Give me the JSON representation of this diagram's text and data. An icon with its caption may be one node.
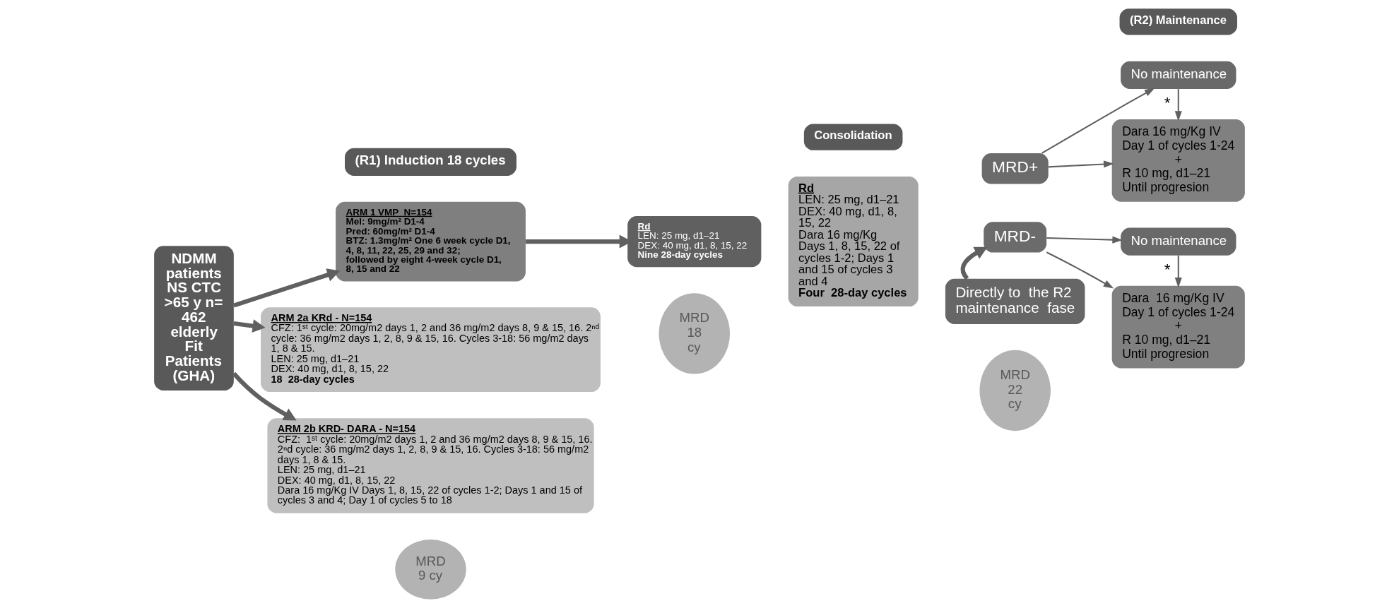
{
  "diagram": {
    "nodes": [
      {
        "text": [
          "(R1) Induction 18 cycles"
        ]
      },
      {
        "text": [
          "Consolidation"
        ]
      },
      {
        "text": [
          "(R2) Maintenance"
        ]
      },
      {
        "text": [
          "NDMM patients NS CTC >65 y n= 462 elderly Fit Patients (GHA)"
        ]
      },
      {
        "text": [
          "ARM 1 VMP  N=154",
          "Mel: 9mg/m² D1-4",
          "Pred: 60mg/m² D1-4",
          "BTZ: 1.3mg/m² One 6 week cycle D1, 4, 8, 11, 22, 25, 29 and 32; followed by eight 4-week cycle D1, 8, 15 and 22"
        ]
      },
      {
        "text": [
          "Rd",
          "LEN: 25 mg, d1–21",
          "DEX: 40 mg, d1, 8, 15, 22",
          "Nine 28-day cycles"
        ]
      },
      {
        "text": [
          "ARM 2a KRd - N=154",
          "CFZ: 1ˢᵗ cycle: 20mg/m2 days 1, 2 and 36 mg/m2 days 8, 9 & 15, 16. 2ⁿᵈ cycle: 36 mg/m2 days 1, 2, 8, 9 & 15, 16. Cycles 3-18: 56 mg/m2 days 1, 8 & 15.",
          "LEN: 25 mg, d1–21",
          "DEX: 40 mg, d1, 8, 15, 22",
          "18  28-day cycles"
        ]
      },
      {
        "text": [
          "ARM 2b KRD- DARA - N=154",
          "CFZ:  1ˢᵗ cycle: 20mg/m2 days 1, 2 and 36 mg/m2 days 8, 9 & 15, 16. 2ⁿd cycle: 36 mg/m2 days 1, 2, 8, 9 & 15, 16. Cycles 3-18: 56 mg/m2 days 1, 8 & 15.",
          "LEN: 25 mg, d1–21",
          "DEX: 40 mg, d1, 8, 15, 22",
          "Dara 16 mg/Kg IV Days 1, 8, 15, 22 of cycles 1-2; Days 1 and 15 of cycles 3 and 4; Day 1 of cycles 5 to 18"
        ]
      },
      {
        "text": [
          "Rd",
          "LEN: 25 mg, d1–21",
          "DEX: 40 mg, d1, 8, 15, 22",
          "Dara 16 mg/Kg",
          "Days 1, 8, 15, 22 of cycles 1-2; Days 1 and 15 of cycles 3 and 4",
          "Four  28-day cycles"
        ]
      },
      {
        "text": [
          "MRD+"
        ]
      },
      {
        "text": [
          "No maintenance"
        ]
      },
      {
        "text": [
          "Dara 16 mg/Kg IV",
          "Day 1 of cycles 1-24",
          "+",
          "R 10 mg, d1–21",
          "Until progresion"
        ]
      },
      {
        "text": [
          "MRD-"
        ]
      },
      {
        "text": [
          "No maintenance"
        ]
      },
      {
        "text": [
          "Dara  16 mg/Kg IV",
          "Day 1 of cycles 1-24",
          "+",
          "R 10 mg, d1–21",
          "Until progresion"
        ]
      },
      {
        "text": [
          "Directly to  the R2 maintenance  fase"
        ]
      },
      {
        "text": [
          "MRD 9 cy"
        ]
      },
      {
        "text": [
          "MRD 18 cy"
        ]
      },
      {
        "text": [
          "MRD 22 cy"
        ]
      }
    ],
    "edges": [
      {
        "from": 3,
        "to": 4,
        "arrow": "to",
        "style": "thick"
      },
      {
        "from": 3,
        "to": 6,
        "arrow": "to",
        "style": "thick"
      },
      {
        "from": 3,
        "to": 7,
        "arrow": "to",
        "style": "thick"
      },
      {
        "from": 4,
        "to": 5,
        "arrow": "to",
        "style": "thick"
      },
      {
        "from": 9,
        "to": 10,
        "arrow": "to"
      },
      {
        "from": 9,
        "to": 11,
        "arrow": "to"
      },
      {
        "from": 10,
        "to": 11,
        "label": "*",
        "arrow": "to"
      },
      {
        "from": 12,
        "to": 13,
        "arrow": "to"
      },
      {
        "from": 12,
        "to": 14,
        "arrow": "to"
      },
      {
        "from": 13,
        "to": 14,
        "label": "*",
        "arrow": "to"
      },
      {
        "from": 15,
        "to": 12,
        "arrow": "to",
        "style": "thick"
      }
    ]
  }
}
